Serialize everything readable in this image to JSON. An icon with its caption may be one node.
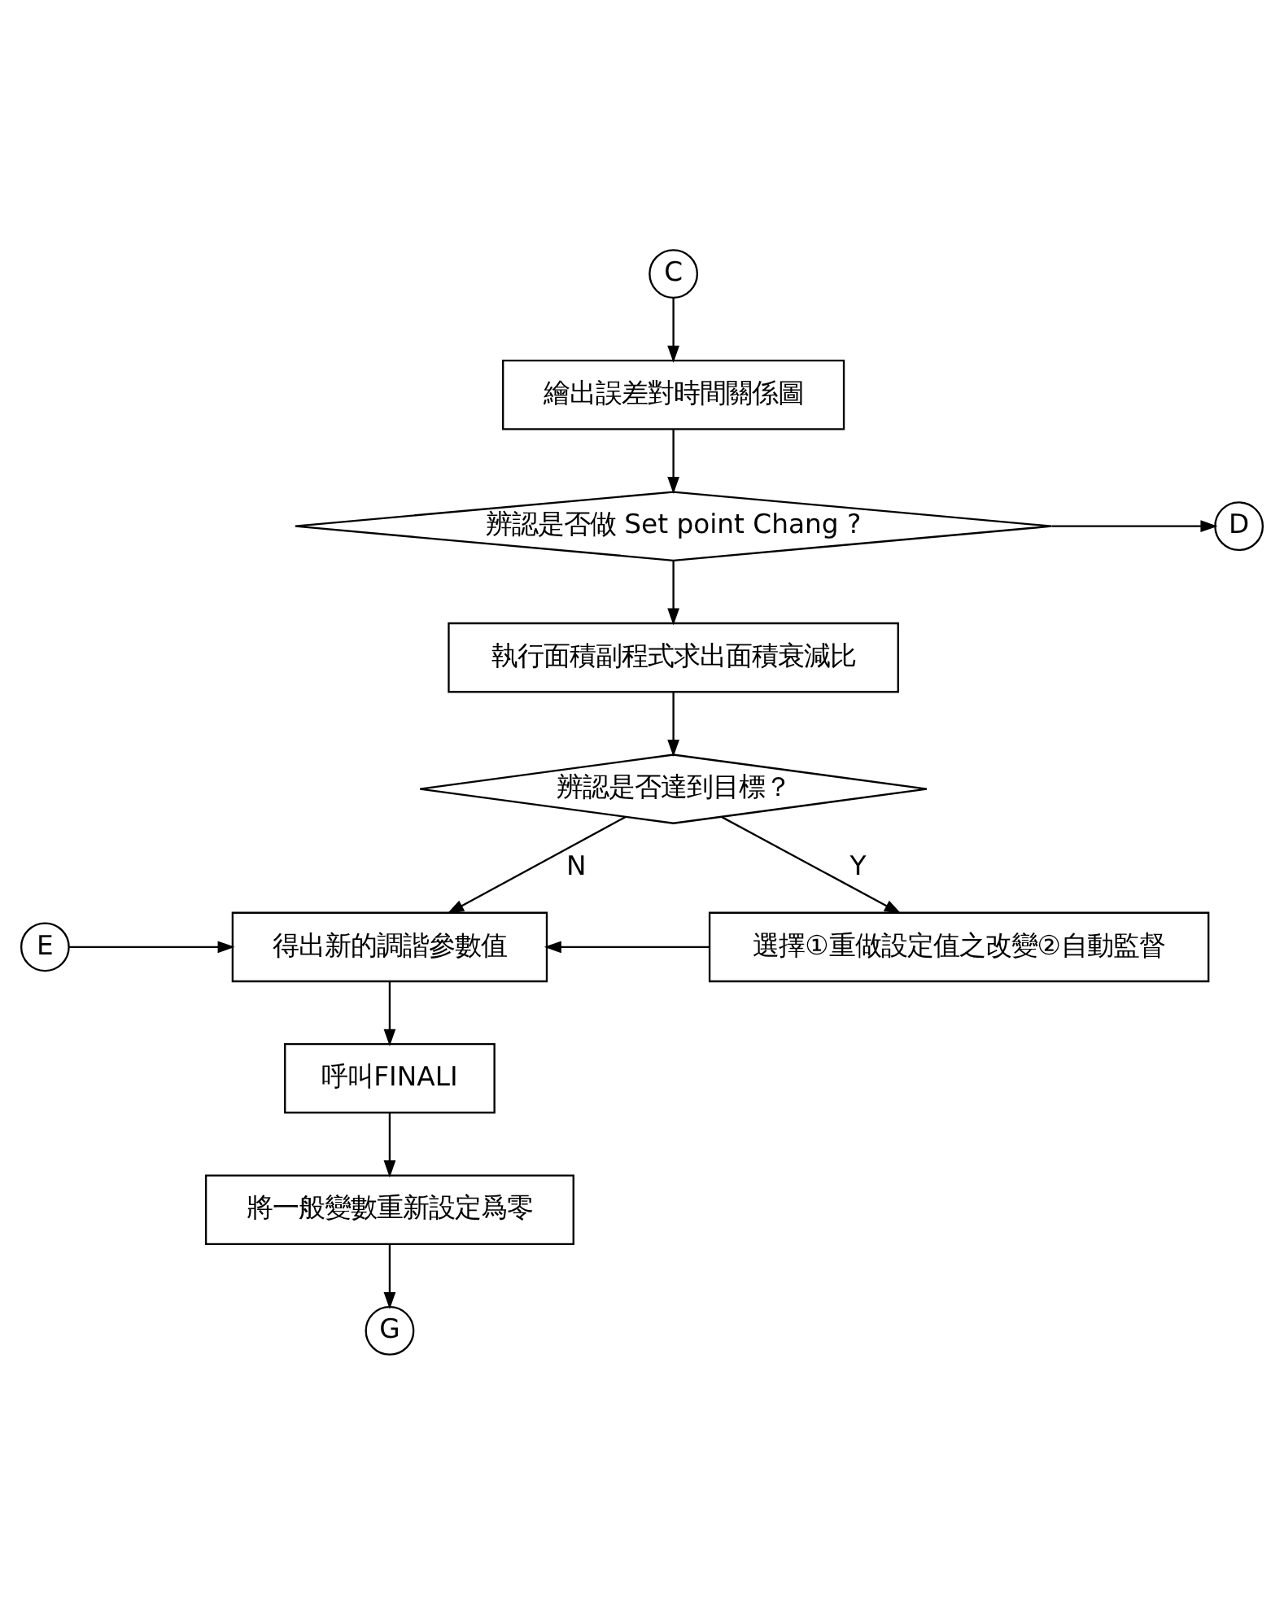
{
  "diagram": {
    "nodes": [
      {
        "text": [
          "C"
        ]
      },
      {
        "text": [
          "繪出誤差對時間關係圖"
        ]
      },
      {
        "text": [
          "辨認是否做 Set point Chang ?"
        ]
      },
      {
        "text": [
          "D"
        ]
      },
      {
        "text": [
          "執行面積副程式求出面積衰減比"
        ]
      },
      {
        "text": [
          "辨認是否達到目標？"
        ]
      },
      {
        "text": [
          "E"
        ]
      },
      {
        "text": [
          "得出新的調諧參數值"
        ]
      },
      {
        "text": [
          "選擇①重做設定值之改變②自動監督"
        ]
      },
      {
        "text": [
          "呼叫FINALI"
        ]
      },
      {
        "text": [
          "將一般變數重新設定爲零"
        ]
      },
      {
        "text": [
          "G"
        ]
      }
    ],
    "edges": [
      {
        "from": 0,
        "to": 1,
        "arrow": "to"
      },
      {
        "from": 1,
        "to": 2,
        "arrow": "to"
      },
      {
        "from": 2,
        "to": 3,
        "arrow": "to"
      },
      {
        "from": 2,
        "to": 4,
        "arrow": "to"
      },
      {
        "from": 4,
        "to": 5,
        "arrow": "to"
      },
      {
        "from": 5,
        "to": 7,
        "label": "N",
        "arrow": "to"
      },
      {
        "from": 5,
        "to": 8,
        "label": "Y",
        "arrow": "to"
      },
      {
        "from": 6,
        "to": 7,
        "arrow": "to"
      },
      {
        "from": 8,
        "to": 7,
        "arrow": "to"
      },
      {
        "from": 7,
        "to": 9,
        "arrow": "to"
      },
      {
        "from": 9,
        "to": 10,
        "arrow": "to"
      },
      {
        "from": 10,
        "to": 11,
        "arrow": "to"
      }
    ]
  }
}
